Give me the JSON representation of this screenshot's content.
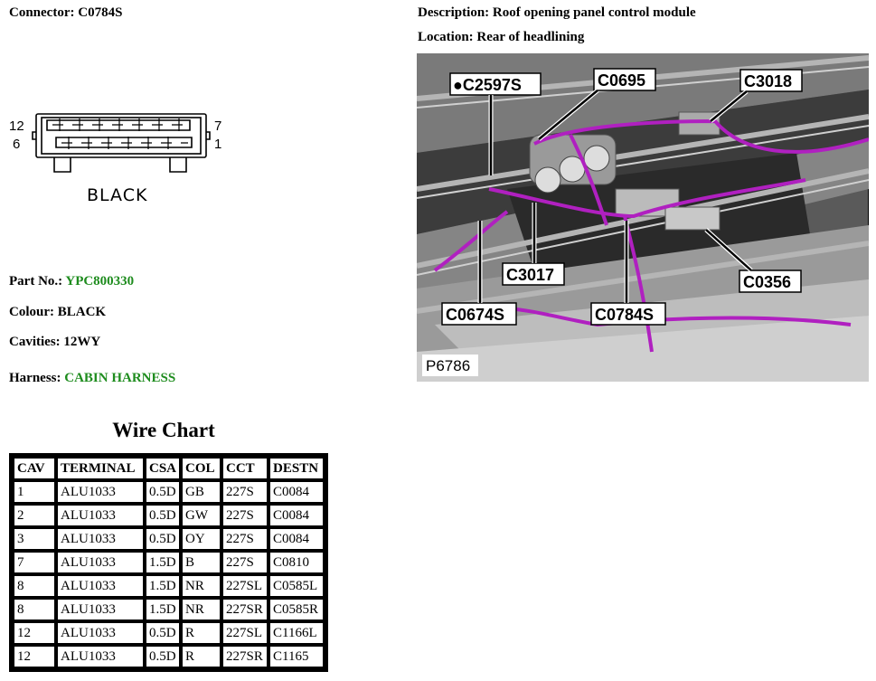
{
  "connector": {
    "label": "Connector:",
    "id": "C0784S",
    "pin_top_left": "12",
    "pin_bottom_left": "6",
    "pin_top_right": "7",
    "pin_bottom_right": "1",
    "color_caption": "BLACK"
  },
  "description": {
    "label": "Description:",
    "value": "Roof opening panel control module"
  },
  "location": {
    "label": "Location:",
    "value": "Rear of headlining"
  },
  "part": {
    "label": "Part No.:",
    "value": "YPC800330"
  },
  "colour": {
    "label": "Colour:",
    "value": "BLACK"
  },
  "cavities": {
    "label": "Cavities:",
    "value": "12WY"
  },
  "harness": {
    "label": "Harness:",
    "value": "CABIN HARNESS"
  },
  "image": {
    "callouts": {
      "c2597s": "●C2597S",
      "c0695": "C0695",
      "c3018": "C3018",
      "c3017": "C3017",
      "c0356": "C0356",
      "c0674s": "C0674S",
      "c0784s": "C0784S"
    },
    "ref": "P6786"
  },
  "wire_chart": {
    "title": "Wire Chart",
    "headers": [
      "CAV",
      "TERMINAL",
      "CSA",
      "COL",
      "CCT",
      "DESTN"
    ],
    "rows": [
      [
        "1",
        "ALU1033",
        "0.5D",
        "GB",
        "227S",
        "C0084"
      ],
      [
        "2",
        "ALU1033",
        "0.5D",
        "GW",
        "227S",
        "C0084"
      ],
      [
        "3",
        "ALU1033",
        "0.5D",
        "OY",
        "227S",
        "C0084"
      ],
      [
        "7",
        "ALU1033",
        "1.5D",
        "B",
        "227S",
        "C0810"
      ],
      [
        "8",
        "ALU1033",
        "1.5D",
        "NR",
        "227SL",
        "C0585L"
      ],
      [
        "8",
        "ALU1033",
        "1.5D",
        "NR",
        "227SR",
        "C0585R"
      ],
      [
        "12",
        "ALU1033",
        "0.5D",
        "R",
        "227SL",
        "C1166L"
      ],
      [
        "12",
        "ALU1033",
        "0.5D",
        "R",
        "227SR",
        "C1165"
      ]
    ]
  },
  "colors": {
    "green": "#1e8c1e",
    "wire": "#b020c0"
  }
}
